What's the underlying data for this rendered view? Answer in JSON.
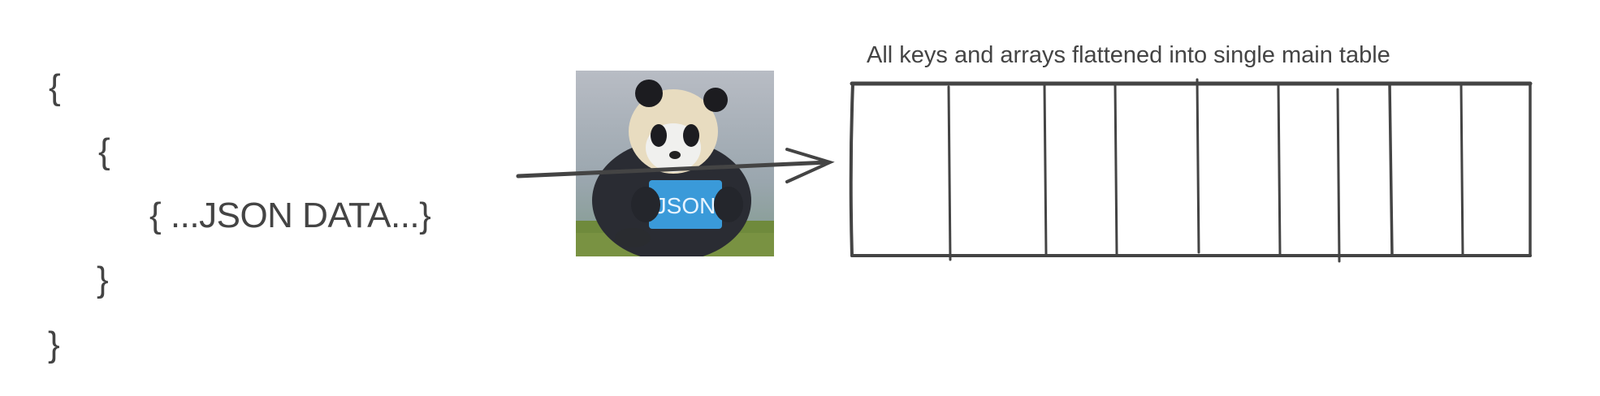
{
  "json_structure": {
    "outer_open": "{",
    "inner_open": "{",
    "data_line": "{ ...JSON DATA...}",
    "inner_close": "}",
    "outer_close": "}"
  },
  "image": {
    "sign_text": "JSON",
    "subject": "panda"
  },
  "table": {
    "title": "All keys and arrays flattened into single main table",
    "columns": 9
  },
  "colors": {
    "stroke": "#444444",
    "sign": "#3a9ad9"
  }
}
